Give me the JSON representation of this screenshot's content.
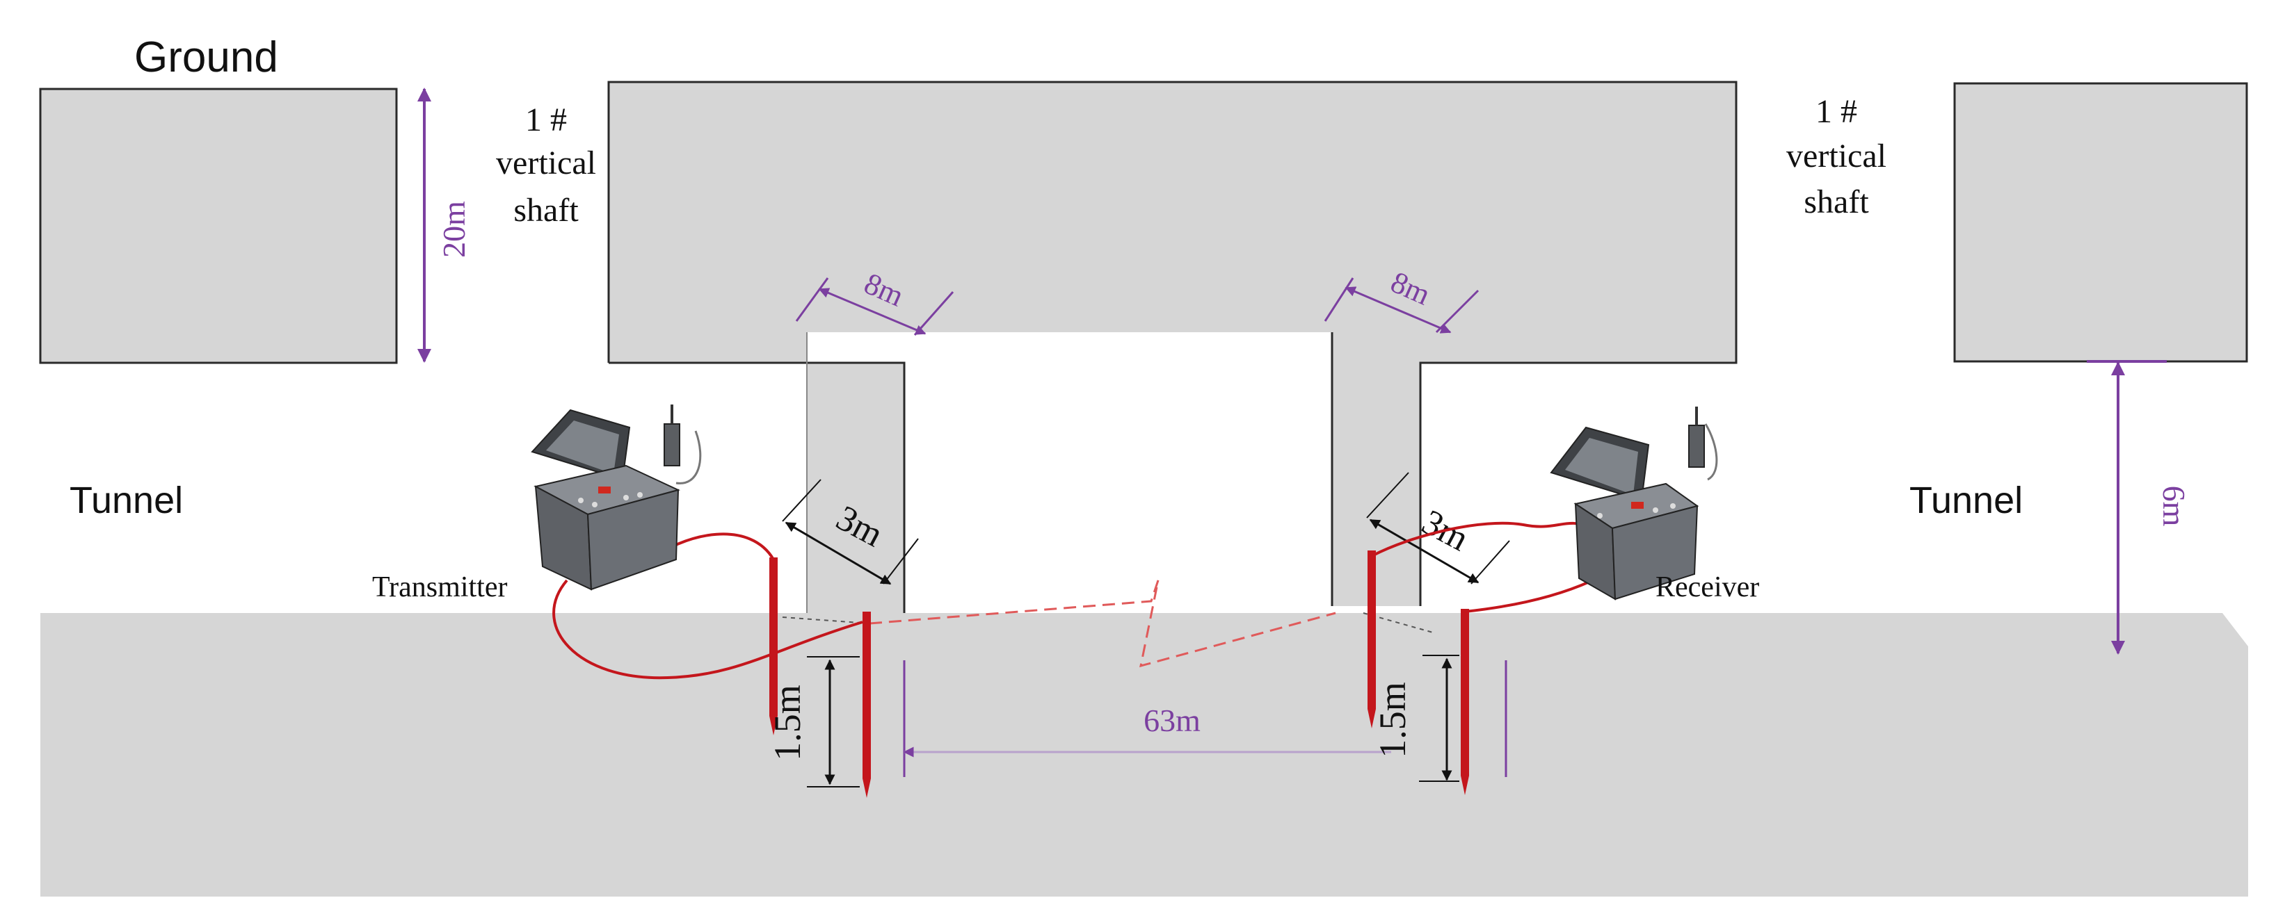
{
  "labels": {
    "ground": "Ground",
    "tunnel_left": "Tunnel",
    "tunnel_right": "Tunnel",
    "shaft_left": [
      "1 #",
      "vertical",
      "shaft"
    ],
    "shaft_right": [
      "1 #",
      "vertical",
      "shaft"
    ],
    "transmitter": "Transmitter",
    "receiver": "Receiver"
  },
  "dimensions": {
    "ground_depth": "20m",
    "tunnel_height": "6m",
    "shaft_width_left": "8m",
    "shaft_width_right": "8m",
    "electrode_gap_left": "3m",
    "electrode_gap_right": "3m",
    "electrode_depth_left": "1.5m",
    "electrode_depth_right": "1.5m",
    "electrode_separation": "63m"
  },
  "colors": {
    "block_fill": "#d6d6d6",
    "block_stroke": "#2a2a2a",
    "dimension": "#7b3fa0",
    "electrode": "#c4161c",
    "cable": "#c4161c",
    "device_body": "#5e6166",
    "text": "#111111"
  },
  "icons": [
    "transmitter-device-icon",
    "receiver-device-icon",
    "antenna-icon",
    "electrode-icon"
  ]
}
